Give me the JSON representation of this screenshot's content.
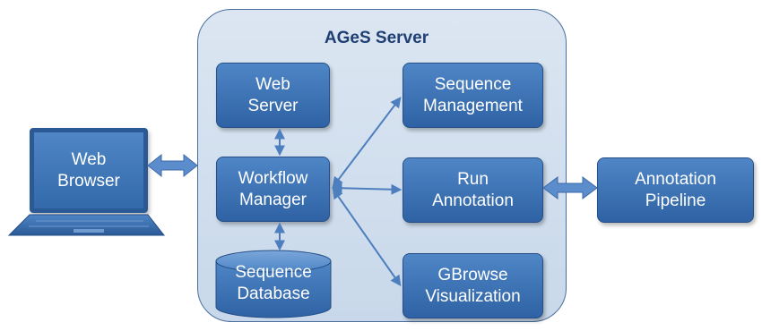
{
  "server": {
    "title": "AGeS Server"
  },
  "web_browser": {
    "line1": "Web",
    "line2": "Browser"
  },
  "web_server": {
    "line1": "Web",
    "line2": "Server"
  },
  "workflow_manager": {
    "line1": "Workflow",
    "line2": "Manager"
  },
  "sequence_database": {
    "line1": "Sequence",
    "line2": "Database"
  },
  "sequence_management": {
    "line1": "Sequence",
    "line2": "Management"
  },
  "run_annotation": {
    "line1": "Run",
    "line2": "Annotation"
  },
  "gbrowse_visualization": {
    "line1": "GBrowse",
    "line2": "Visualization"
  },
  "annotation_pipeline": {
    "line1": "Annotation",
    "line2": "Pipeline"
  },
  "colors": {
    "box_fill": "#3b71b3",
    "server_fill": "#d4e0ee",
    "arrow": "#4d7fbf"
  }
}
